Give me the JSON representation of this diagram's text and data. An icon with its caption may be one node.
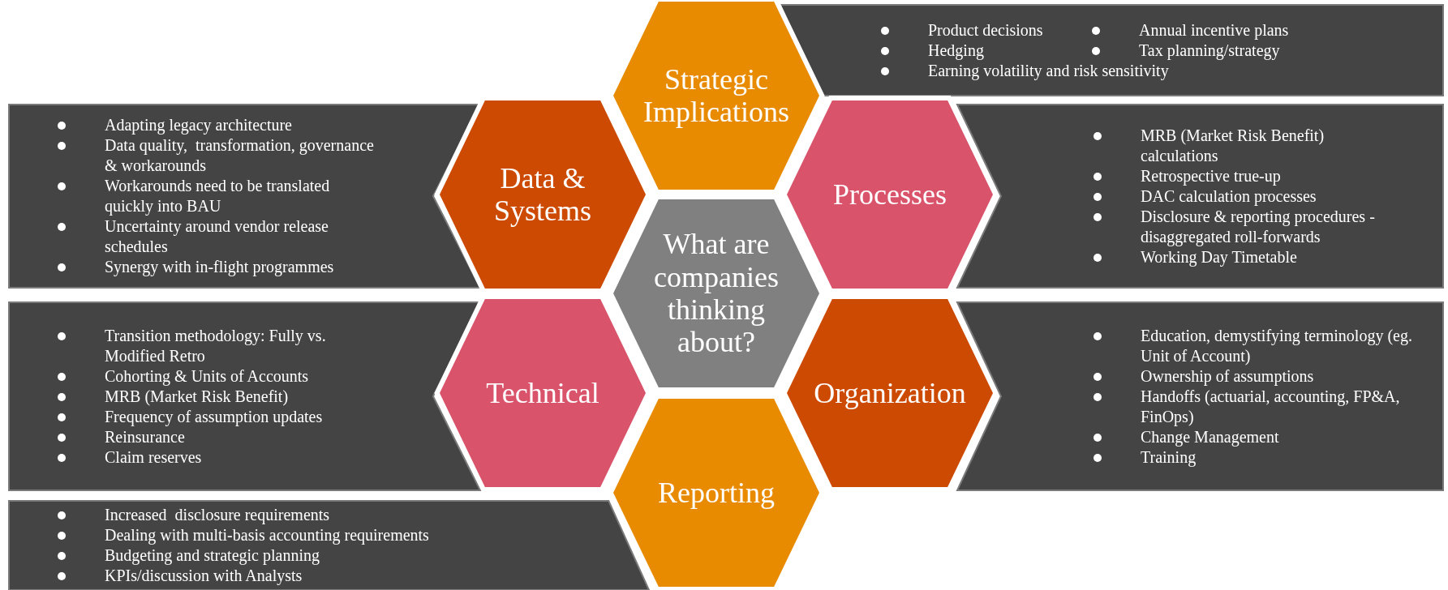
{
  "diagram": {
    "nodes": [
      {
        "text": [
          "Strategic Implications"
        ]
      },
      {
        "text": [
          "Product decisions",
          "Annual incentive plans",
          "Hedging",
          "Tax planning/strategy",
          "Earning volatility and risk sensitivity"
        ]
      },
      {
        "text": [
          "Data & Systems"
        ]
      },
      {
        "text": [
          "Adapting legacy architecture",
          "Data quality,  transformation, governance & workarounds",
          "Workarounds need to be translated quickly into BAU",
          "Uncertainty around vendor release schedules",
          "Synergy with in-flight programmes"
        ]
      },
      {
        "text": [
          "Processes"
        ]
      },
      {
        "text": [
          "MRB (Market Risk Benefit) calculations",
          "Retrospective true-up",
          "DAC calculation processes",
          "Disclosure & reporting procedures - disaggregated roll-forwards",
          "Working Day Timetable"
        ]
      },
      {
        "text": [
          "What are companies thinking about?"
        ]
      },
      {
        "text": [
          "Technical"
        ]
      },
      {
        "text": [
          "Transition methodology: Fully vs. Modified Retro",
          "Cohorting & Units of Accounts",
          "MRB (Market Risk Benefit)",
          "Frequency of assumption updates",
          "Reinsurance",
          "Claim reserves"
        ]
      },
      {
        "text": [
          "Organization"
        ]
      },
      {
        "text": [
          "Education, demystifying terminology (eg. Unit of Account)",
          "Ownership of assumptions",
          "Handoffs (actuarial, accounting, FP&A, FinOps)",
          "Change Management",
          "Training"
        ]
      },
      {
        "text": [
          "Reporting"
        ]
      },
      {
        "text": [
          "Increased  disclosure requirements",
          "Dealing with multi-basis accounting requirements",
          "Budgeting and strategic planning",
          "KPIs/discussion with Analysts"
        ]
      }
    ]
  }
}
